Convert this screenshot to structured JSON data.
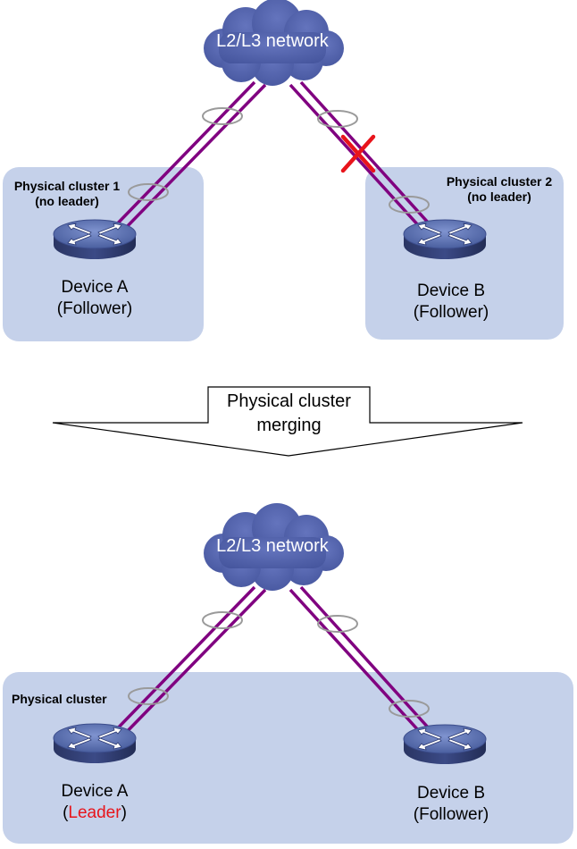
{
  "top": {
    "network": "L2/L3 network",
    "cluster1": {
      "line1": "Physical cluster 1",
      "line2": "(no leader)"
    },
    "cluster2": {
      "line1": "Physical cluster 2",
      "line2": "(no leader)"
    },
    "deviceA": {
      "name": "Device A",
      "role": "(Follower)"
    },
    "deviceB": {
      "name": "Device B",
      "role": "(Follower)"
    }
  },
  "transition": {
    "line1": "Physical cluster",
    "line2": "merging"
  },
  "bottom": {
    "network": "L2/L3 network",
    "cluster": "Physical cluster",
    "deviceA": {
      "name": "Device A",
      "role_open": "(",
      "role": "Leader",
      "role_close": ")"
    },
    "deviceB": {
      "name": "Device B",
      "role": "(Follower)"
    }
  },
  "colors": {
    "cluster_fill": "#c5d1ea",
    "link": "#800080",
    "cloud": "#4e5fa8",
    "device_top": "#5b72b3",
    "break_mark": "#e8141b",
    "leader_text": "#e8141b"
  }
}
